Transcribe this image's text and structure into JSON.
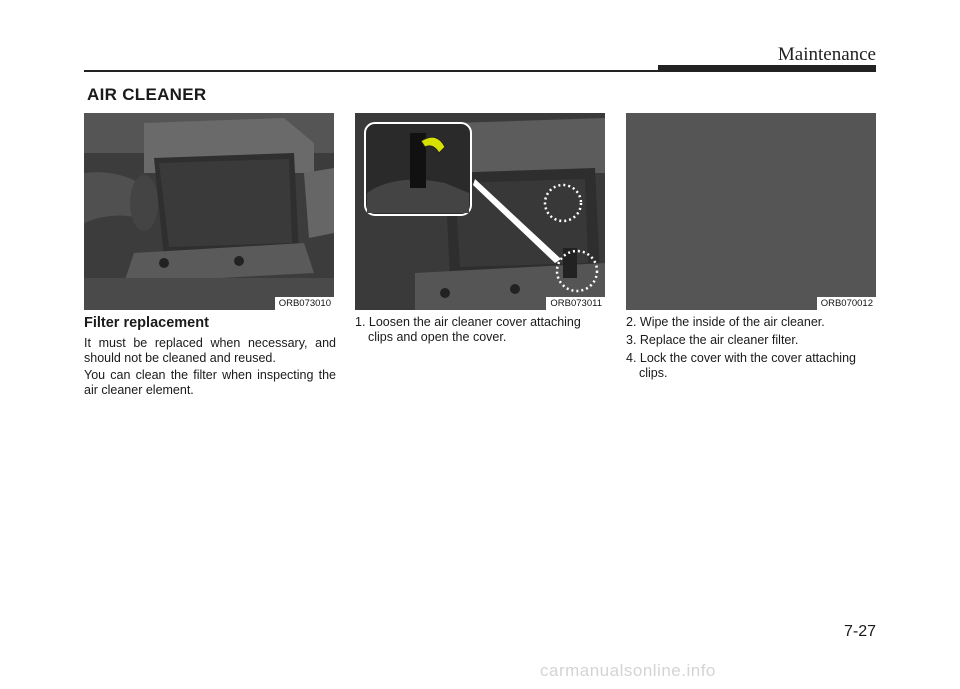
{
  "header": {
    "title": "Maintenance"
  },
  "section": {
    "title": "AIR CLEANER"
  },
  "figures": [
    {
      "caption": "ORB073010"
    },
    {
      "caption": "ORB073011"
    },
    {
      "caption": "ORB070012"
    }
  ],
  "column1": {
    "heading": "Filter replacement",
    "paragraphs": [
      "It must be replaced when necessary, and should not be cleaned and reused.",
      "You can clean the filter when inspecting the air cleaner element."
    ]
  },
  "column2": {
    "steps": [
      "1. Loosen the air cleaner cover attaching clips and open the cover."
    ]
  },
  "column3": {
    "steps": [
      "2. Wipe the inside of the air cleaner.",
      "3. Replace the air cleaner filter.",
      "4. Lock the cover with the cover attaching clips."
    ]
  },
  "footer": {
    "page_number": "7-27"
  },
  "watermark": {
    "text": "carmanualsonline.info"
  },
  "colors": {
    "text": "#1a1a1a",
    "rule": "#222222",
    "figure_bg": "#4a4a4a",
    "watermark": "#d4d4d4"
  }
}
